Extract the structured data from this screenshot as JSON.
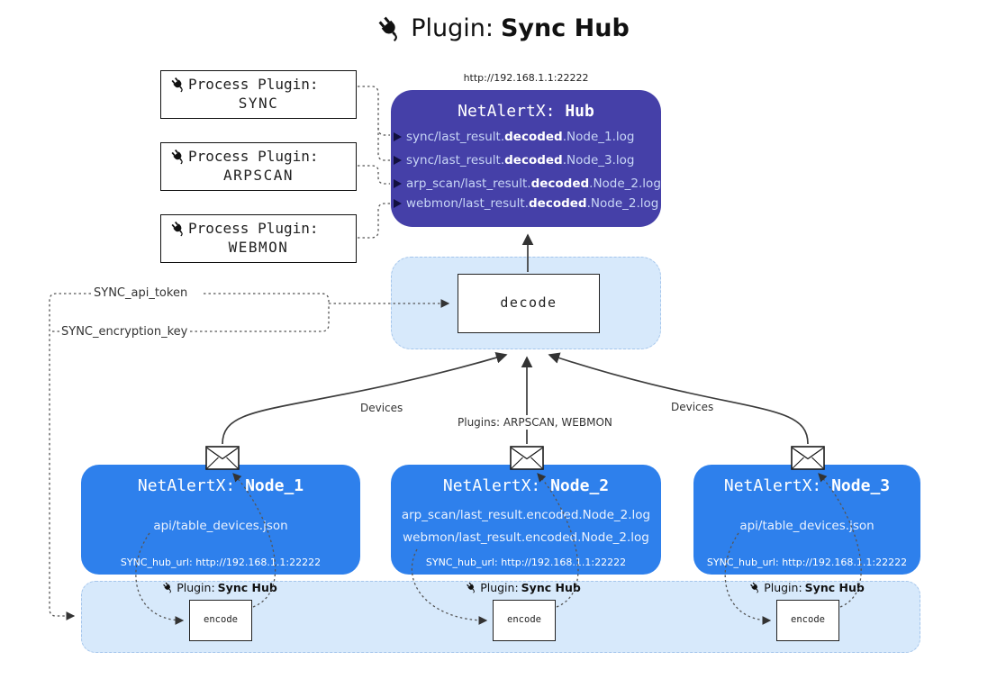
{
  "title": {
    "prefix": "Plugin: ",
    "bold": "Sync Hub"
  },
  "process_plugins": [
    {
      "label": "Process Plugin:",
      "name": "SYNC"
    },
    {
      "label": "Process Plugin:",
      "name": "ARPSCAN"
    },
    {
      "label": "Process Plugin:",
      "name": "WEBMON"
    }
  ],
  "hub": {
    "url": "http://192.168.1.1:22222",
    "title": {
      "prefix": "NetAlertX: ",
      "bold": "Hub"
    },
    "log_lines": [
      {
        "pre": "sync/last_result.",
        "bold": "decoded",
        "post": ".Node_1.log"
      },
      {
        "pre": "sync/last_result.",
        "bold": "decoded",
        "post": ".Node_3.log"
      },
      {
        "pre": "arp_scan/last_result.",
        "bold": "decoded",
        "post": ".Node_2.log"
      },
      {
        "pre": "webmon/last_result.",
        "bold": "decoded",
        "post": ".Node_2.log"
      }
    ]
  },
  "decode": {
    "label": "decode"
  },
  "secrets": {
    "api_token": "SYNC_api_token",
    "encryption_key": "SYNC_encryption_key"
  },
  "flow_labels": {
    "left": "Devices",
    "center": "Plugins: ARPSCAN, WEBMON",
    "right": "Devices"
  },
  "nodes": [
    {
      "title": {
        "prefix": "NetAlertX: ",
        "bold": "Node_1"
      },
      "lines": [
        "api/table_devices.json"
      ],
      "hub_url": "SYNC_hub_url: http://192.168.1.1:22222"
    },
    {
      "title": {
        "prefix": "NetAlertX: ",
        "bold": "Node_2"
      },
      "lines": [
        "arp_scan/last_result.encoded.Node_2.log",
        "webmon/last_result.encoded.Node_2.log"
      ],
      "hub_url": "SYNC_hub_url: http://192.168.1.1:22222"
    },
    {
      "title": {
        "prefix": "NetAlertX: ",
        "bold": "Node_3"
      },
      "lines": [
        "api/table_devices.json"
      ],
      "hub_url": "SYNC_hub_url: http://192.168.1.1:22222"
    }
  ],
  "encode_plugin": {
    "label_prefix": "Plugin: ",
    "label_bold": "Sync Hub",
    "box_label": "encode"
  },
  "icons": {
    "plug": "plug-icon",
    "envelope": "envelope-icon",
    "arrowhead": "arrowhead-icon"
  },
  "colors": {
    "hub_bg": "#4540a8",
    "node_bg": "#2e80ec",
    "panel_bg": "#d7e9fb",
    "hub_line_text": "#c8d6f6",
    "connector": "#444444"
  }
}
